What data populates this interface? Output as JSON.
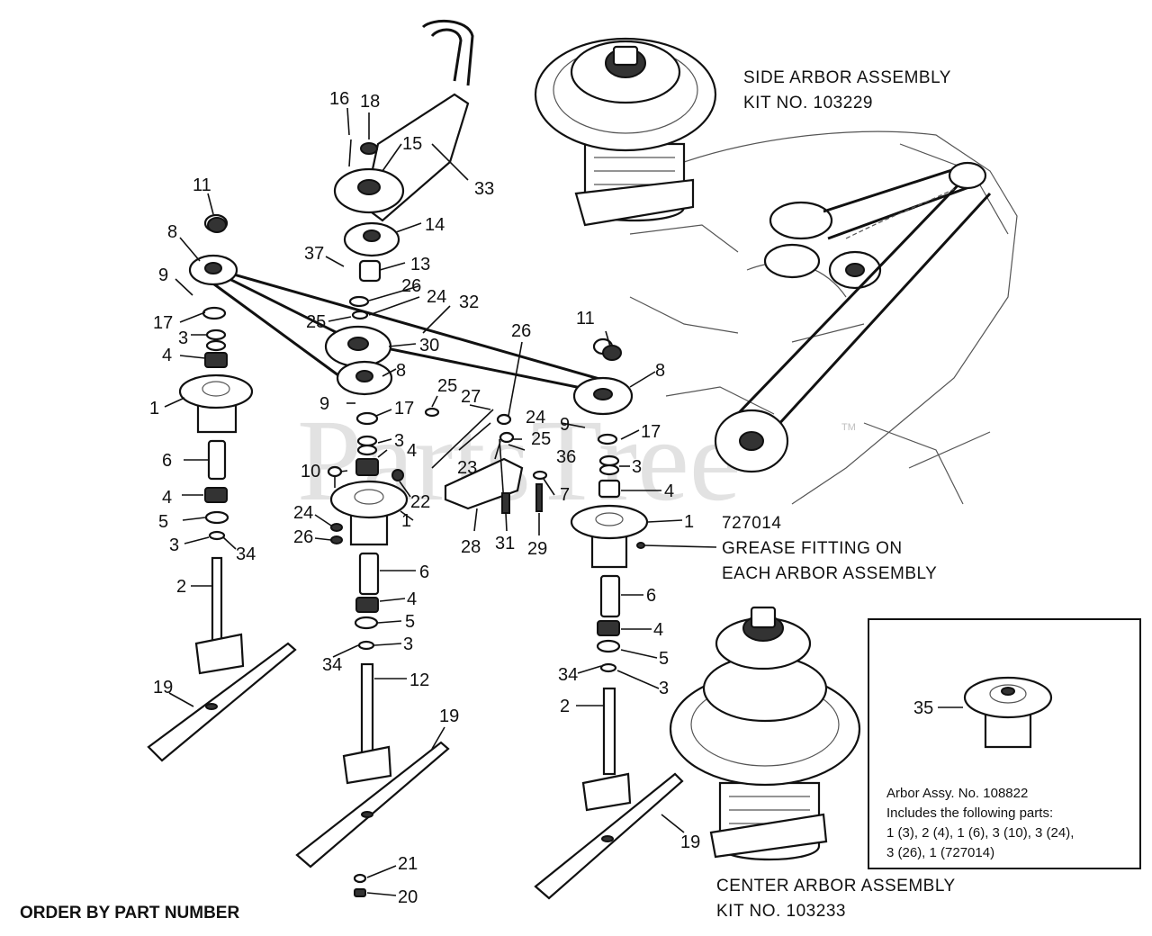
{
  "watermark": {
    "text": "PartsTree",
    "tm": "TM"
  },
  "captions": {
    "side_title": "SIDE ARBOR ASSEMBLY",
    "side_kit": "KIT NO. 103229",
    "grease_num": "727014",
    "grease_1": "GREASE FITTING ON",
    "grease_2": "EACH ARBOR ASSEMBLY",
    "center_title": "CENTER ARBOR ASSEMBLY",
    "center_kit": "KIT NO. 103233",
    "order": "ORDER BY PART NUMBER"
  },
  "inset": {
    "part_num": "35",
    "lines": [
      "Arbor Assy. No. 108822",
      "Includes the following parts:",
      "1 (3), 2 (4), 1 (6), 3 (10), 3 (24),",
      "3 (26), 1 (727014)"
    ]
  },
  "callouts": [
    "16",
    "18",
    "15",
    "33",
    "11",
    "14",
    "8",
    "37",
    "13",
    "9",
    "26",
    "24",
    "32",
    "25",
    "17",
    "3",
    "30",
    "4",
    "8",
    "1",
    "9",
    "17",
    "25",
    "27",
    "26",
    "11",
    "8",
    "24",
    "9",
    "25",
    "17",
    "3",
    "36",
    "6",
    "4",
    "23",
    "3",
    "10",
    "4",
    "22",
    "4",
    "7",
    "5",
    "24",
    "1",
    "3",
    "26",
    "1",
    "34",
    "28",
    "31",
    "29",
    "2",
    "6",
    "4",
    "6",
    "5",
    "4",
    "34",
    "3",
    "34",
    "5",
    "3",
    "12",
    "19",
    "19",
    "2",
    "19",
    "21",
    "20"
  ]
}
